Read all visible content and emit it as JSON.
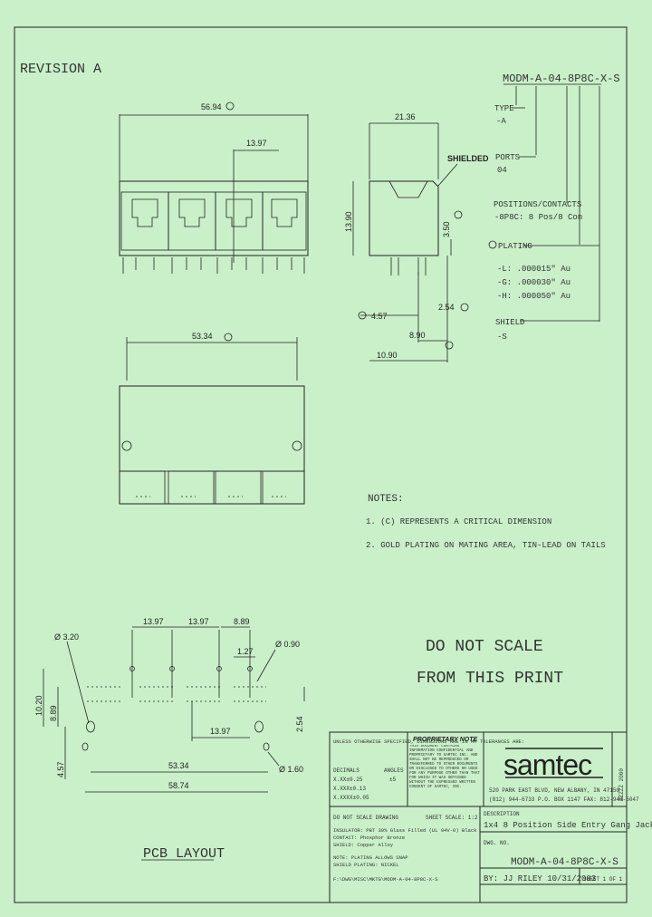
{
  "revision": "REVISION A",
  "part_number_code": "MODM-A-04-8P8C-X-S",
  "callouts": {
    "type_label": "TYPE",
    "type_value": "-A",
    "ports_label": "PORTS",
    "ports_value": "04",
    "positions_label": "POSITIONS/CONTACTS",
    "positions_value": "-8P8C: 8 Pos/8 Con",
    "plating_label": "PLATING",
    "plating_options": [
      "-L: .000015\" Au",
      "-G: .000030\" Au",
      "-H: .000050\" Au"
    ],
    "shield_label": "SHIELD",
    "shield_value": "-S"
  },
  "front_view": {
    "overall": "56.94",
    "pitch": "13.97"
  },
  "side_view": {
    "shielded": "SHIELDED",
    "depth": "21.36",
    "height": "13.90",
    "h2": "3.50",
    "d1": "4.57",
    "d2": "2.54",
    "d3": "8.90",
    "d4": "10.90"
  },
  "top_view": {
    "width": "53.34"
  },
  "notes": {
    "title": "NOTES:",
    "items": [
      "1. (C) REPRESENTS A CRITICAL DIMENSION",
      "2. GOLD PLATING ON MATING AREA, TIN-LEAD ON TAILS"
    ]
  },
  "pcb": {
    "hole_dia": "Ø 3.20",
    "pitch1": "13.97",
    "pitch2": "13.97",
    "p3": "8.89",
    "p4": "1.27",
    "pin_dia": "Ø 0.90",
    "h1": "10.20",
    "h2": "8.89",
    "pitch_bottom": "13.97",
    "v1": "2.54",
    "v2": "4.57",
    "peg_dia": "Ø 1.60",
    "w1": "53.34",
    "w2": "58.74",
    "label": "PCB LAYOUT"
  },
  "scale_warning": [
    "DO NOT SCALE",
    "FROM THIS PRINT"
  ],
  "title_block": {
    "tolerance_title": "UNLESS OTHERWISE SPECIFIED, DIMENSIONS ARE IN MM TOLERANCES ARE:",
    "decimals": "DECIMALS",
    "angles": "ANGLES",
    "tol1": "X.XX±0.25",
    "tol2": "X.XXX±0.13",
    "tol3": "X.XXXX±0.05",
    "angle_tol": "±5",
    "proprietary_title": "PROPRIETARY NOTE",
    "proprietary_text": "THIS DOCUMENT CONTAINS INFORMATION CONFIDENTIAL AND PROPRIETARY TO SAMTEC INC. AND SHALL NOT BE REPRODUCED OR TRANSFERRED TO OTHER DOCUMENTS OR DISCLOSED TO OTHERS OR USED FOR ANY PURPOSE OTHER THAN THAT FOR WHICH IT WAS OBTAINED WITHOUT THE EXPRESSED WRITTEN CONSENT OF SAMTEC, INC.",
    "company_logo": "samtec",
    "address1": "520 PARK EAST BLVD, NEW ALBANY, IN 47150",
    "address2": "(812) 944-6733  P.O. BOX 1147  FAX: 812-948-5047",
    "code": "ZZZZZ 2000",
    "do_not_scale_drawing": "DO NOT SCALE DRAWING",
    "sheet_scale": "SHEET SCALE: 1:2",
    "insulator": "INSULATOR: PBT 30% Glass Filled (UL 94V-0) Black",
    "contact": "CONTACT: Phosphor Bronze",
    "shield": "SHIELD: Copper Alloy",
    "material_notes": [
      "NOTE: PLATING ALLOWS SNAP",
      "SHIELD PLATING: NICKEL"
    ],
    "file_path": "F:\\DWG\\MISC\\MKTG\\MODM-A-04-8P8C-X-S",
    "description_label": "DESCRIPTION",
    "description": "1x4 8 Position Side Entry Gang Jack",
    "dwg_no_label": "DWG. NO.",
    "dwg_no": "MODM-A-04-8P8C-X-S",
    "by": "BY: JJ RILEY  10/31/2003",
    "sheet": "SHEET 1 OF 1"
  }
}
